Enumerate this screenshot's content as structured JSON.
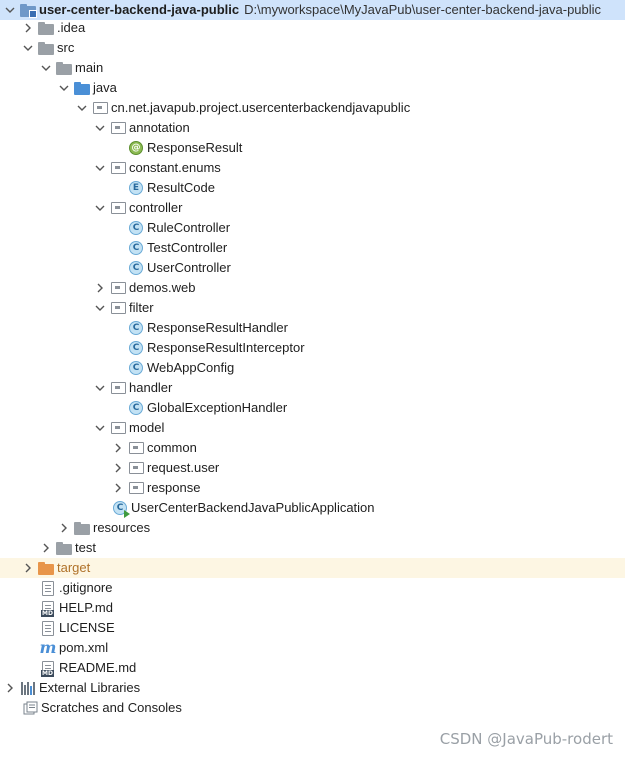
{
  "project": {
    "name": "user-center-backend-java-public",
    "path": "D:\\myworkspace\\MyJavaPub\\user-center-backend-java-public"
  },
  "tree": {
    "idea": ".idea",
    "src": "src",
    "main": "main",
    "java": "java",
    "root_package": "cn.net.javapub.project.usercenterbackendjavapublic",
    "annotation": "annotation",
    "response_result": "ResponseResult",
    "constant_enums": "constant.enums",
    "result_code": "ResultCode",
    "controller": "controller",
    "rule_controller": "RuleController",
    "test_controller": "TestController",
    "user_controller": "UserController",
    "demos_web": "demos.web",
    "filter": "filter",
    "response_result_handler": "ResponseResultHandler",
    "response_result_interceptor": "ResponseResultInterceptor",
    "web_app_config": "WebAppConfig",
    "handler": "handler",
    "global_exception_handler": "GlobalExceptionHandler",
    "model": "model",
    "common": "common",
    "request_user": "request.user",
    "response": "response",
    "application": "UserCenterBackendJavaPublicApplication",
    "resources": "resources",
    "test": "test",
    "target": "target",
    "gitignore": ".gitignore",
    "help_md": "HELP.md",
    "license": "LICENSE",
    "pom_xml": "pom.xml",
    "readme_md": "README.md",
    "external_libraries": "External Libraries",
    "scratches": "Scratches and Consoles"
  },
  "icons": {
    "class_letter": "C",
    "enum_letter": "E",
    "annotation_letter": "@",
    "maven_letter": "m",
    "md_tag": "MD"
  },
  "watermark": "CSDN @JavaPub-rodert"
}
